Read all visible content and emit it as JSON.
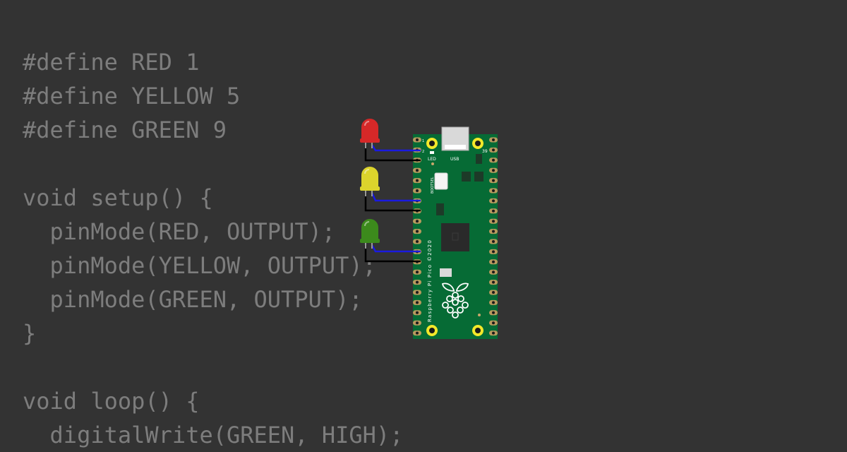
{
  "code": {
    "lines": [
      "#define RED 1",
      "#define YELLOW 5",
      "#define GREEN 9",
      "",
      "void setup() {",
      "  pinMode(RED, OUTPUT);",
      "  pinMode(YELLOW, OUTPUT);",
      "  pinMode(GREEN, OUTPUT);",
      "}",
      "",
      "void loop() {",
      "  digitalWrite(GREEN, HIGH);"
    ]
  },
  "board": {
    "name_text": "Raspberry Pi Pico ©2020",
    "label_led": "LED",
    "label_usb": "USB",
    "label_bootsel": "BOOTSEL",
    "pin_1": "1",
    "pin_2": "2",
    "pin_39": "39"
  },
  "leds": {
    "red": "#d62828",
    "yellow": "#dcd42c",
    "green": "#3c8a1c"
  },
  "colors": {
    "board": "#066b35",
    "pad": "#f2e82a",
    "wire_signal": "#1a1ae0",
    "wire_ground": "#000000"
  }
}
